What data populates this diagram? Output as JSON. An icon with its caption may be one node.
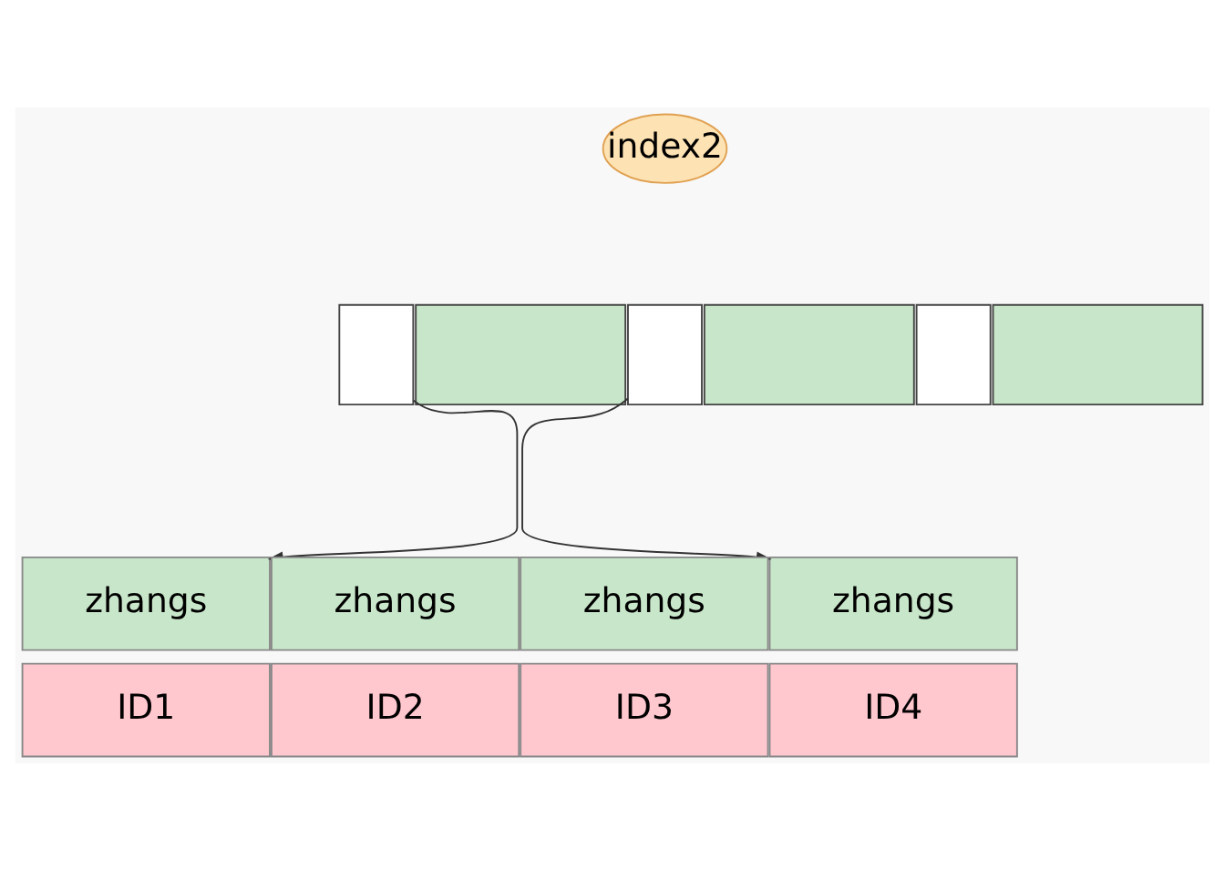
{
  "diagram": {
    "nodes": [
      {
        "text": [
          "index2"
        ]
      },
      {
        "text": [],
        "shape": "box"
      },
      {
        "text": [],
        "shape": "box"
      },
      {
        "text": [],
        "shape": "box"
      },
      {
        "text": [],
        "shape": "box"
      },
      {
        "text": [],
        "shape": "box"
      },
      {
        "text": [],
        "shape": "box"
      },
      {
        "text": [
          "zhangs"
        ]
      },
      {
        "text": [
          "zhangs"
        ]
      },
      {
        "text": [
          "zhangs"
        ]
      },
      {
        "text": [
          "zhangs"
        ]
      },
      {
        "text": [
          "ID1"
        ]
      },
      {
        "text": [
          "ID2"
        ]
      },
      {
        "text": [
          "ID3"
        ]
      },
      {
        "text": [
          "ID4"
        ]
      }
    ],
    "edges": [
      {
        "from": 1,
        "to": 7,
        "arrow": "to"
      },
      {
        "from": 3,
        "to": 10,
        "arrow": "to"
      }
    ]
  }
}
